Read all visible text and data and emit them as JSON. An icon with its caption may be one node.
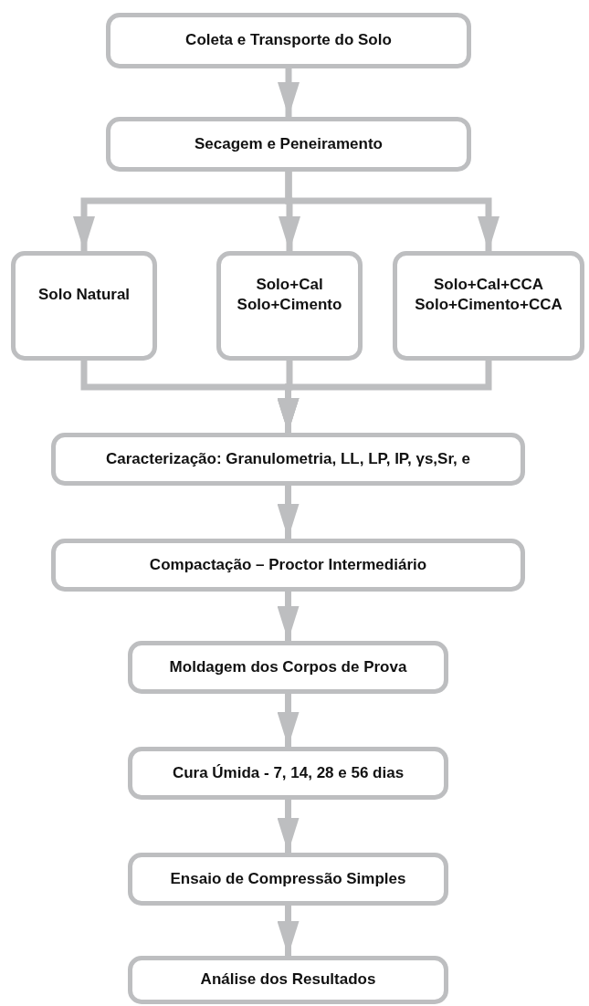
{
  "diagram": {
    "nodes": [
      {
        "text": [
          "Coleta e Transporte do Solo"
        ]
      },
      {
        "text": [
          "Secagem e Peneiramento"
        ]
      },
      {
        "text": [
          "Solo Natural"
        ]
      },
      {
        "text": [
          "Solo+Cal Solo+Cimento"
        ]
      },
      {
        "text": [
          "Solo+Cal+CCA Solo+Cimento+CCA"
        ]
      },
      {
        "text": [
          "Caracterização: Granulometria, LL, LP, IP, γs,Sr, e"
        ]
      },
      {
        "text": [
          "Compactação – Proctor Intermediário"
        ]
      },
      {
        "text": [
          "Moldagem dos Corpos de Prova"
        ]
      },
      {
        "text": [
          "Cura Úmida - 7, 14, 28 e 56 dias"
        ]
      },
      {
        "text": [
          "Ensaio de Compressão Simples"
        ]
      },
      {
        "text": [
          "Análise dos Resultados"
        ]
      }
    ],
    "edges": [
      {
        "from": 0,
        "to": 1,
        "arrow": "to"
      },
      {
        "from": 1,
        "to": 2,
        "arrow": "to"
      },
      {
        "from": 1,
        "to": 3,
        "arrow": "to"
      },
      {
        "from": 1,
        "to": 4,
        "arrow": "to"
      },
      {
        "from": 2,
        "to": 5,
        "arrow": "to"
      },
      {
        "from": 3,
        "to": 5,
        "arrow": "to"
      },
      {
        "from": 4,
        "to": 5,
        "arrow": "to"
      },
      {
        "from": 5,
        "to": 6,
        "arrow": "to"
      },
      {
        "from": 6,
        "to": 7,
        "arrow": "to"
      },
      {
        "from": 7,
        "to": 8,
        "arrow": "to"
      },
      {
        "from": 8,
        "to": 9,
        "arrow": "to"
      },
      {
        "from": 9,
        "to": 10,
        "arrow": "to"
      }
    ]
  }
}
